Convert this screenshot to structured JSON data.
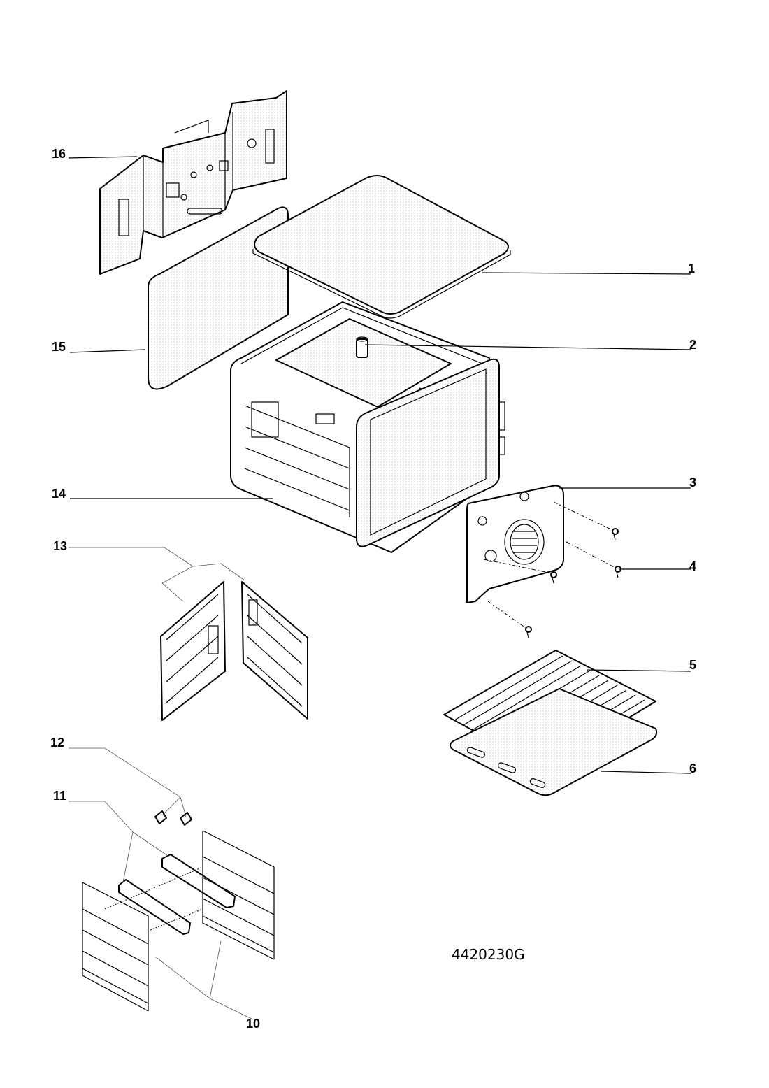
{
  "diagram": {
    "drawing_code": "4420230G",
    "callouts": [
      {
        "id": "1",
        "label": "1"
      },
      {
        "id": "2",
        "label": "2"
      },
      {
        "id": "3",
        "label": "3"
      },
      {
        "id": "4",
        "label": "4"
      },
      {
        "id": "5",
        "label": "5"
      },
      {
        "id": "6",
        "label": "6"
      },
      {
        "id": "10",
        "label": "10"
      },
      {
        "id": "11",
        "label": "11"
      },
      {
        "id": "12",
        "label": "12"
      },
      {
        "id": "13",
        "label": "13"
      },
      {
        "id": "14",
        "label": "14"
      },
      {
        "id": "15",
        "label": "15"
      },
      {
        "id": "16",
        "label": "16"
      }
    ]
  }
}
